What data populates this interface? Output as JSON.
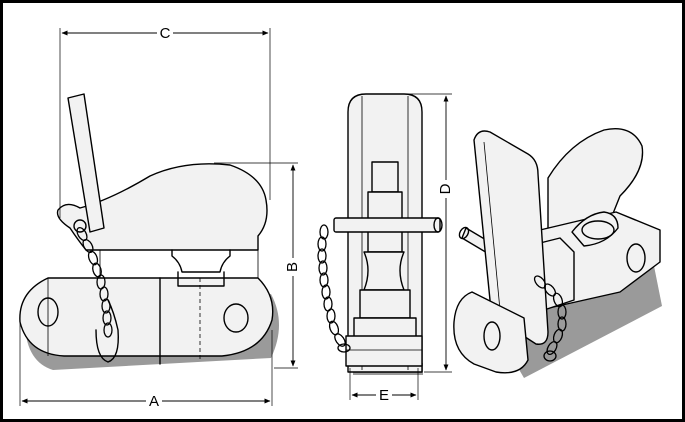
{
  "drawing": {
    "dimensions": {
      "a": "A",
      "b": "B",
      "c": "C",
      "d": "D",
      "e": "E"
    }
  }
}
